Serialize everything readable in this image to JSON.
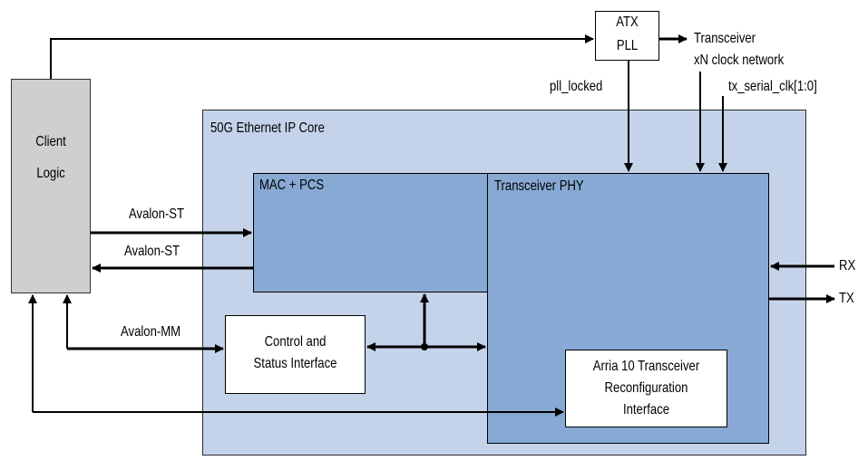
{
  "client_logic": {
    "line1": "Client",
    "line2": "Logic"
  },
  "atx_pll": {
    "line1": "ATX",
    "line2": "PLL"
  },
  "clock_network": {
    "line1": "Transceiver",
    "line2": "xN clock network"
  },
  "signals": {
    "pll_locked": "pll_locked",
    "tx_serial_clk": "tx_serial_clk[1:0]",
    "avalon_st_in": "Avalon-ST",
    "avalon_st_out": "Avalon-ST",
    "avalon_mm": "Avalon-MM",
    "rx": "RX",
    "tx": "TX"
  },
  "ip_core": {
    "title": "50G Ethernet IP Core"
  },
  "mac_pcs": {
    "title": "MAC + PCS"
  },
  "transceiver_phy": {
    "title": "Transceiver PHY"
  },
  "control_status": {
    "line1": "Control and",
    "line2": "Status Interface"
  },
  "reconfig": {
    "line1": "Arria 10 Transceiver",
    "line2": "Reconfiguration",
    "line3": "Interface"
  },
  "colors": {
    "ip_core_fill": "#c5d3ea",
    "inner_fill": "#87a9d4",
    "client_fill": "#cfcfcf"
  }
}
